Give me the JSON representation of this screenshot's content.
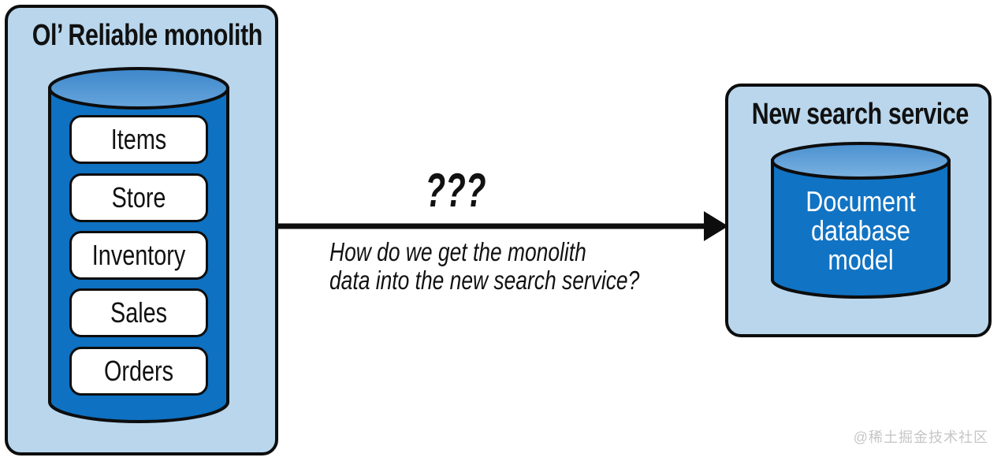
{
  "diagram": {
    "monolith": {
      "title": "Ol’ Reliable monolith",
      "modules": [
        "Items",
        "Store",
        "Inventory",
        "Sales",
        "Orders"
      ]
    },
    "migration": {
      "label": "???",
      "question_lines": [
        "How do we get the monolith",
        "data into the new search service?"
      ]
    },
    "search_service": {
      "title": "New search service",
      "database_lines": [
        "Document",
        "database",
        "model"
      ]
    },
    "watermark": "@稀土掘金技术社区",
    "colors": {
      "container_fill": "#b9d6ec",
      "outline": "#0d0d0d",
      "cylinder_body": "#0e71c2",
      "cylinder_top_left": "#4189cb",
      "cylinder_top_right": "#4e93d1",
      "module_fill": "#ffffff",
      "database_text": "#ffffff",
      "watermark_text": "#c6c6c6"
    }
  }
}
